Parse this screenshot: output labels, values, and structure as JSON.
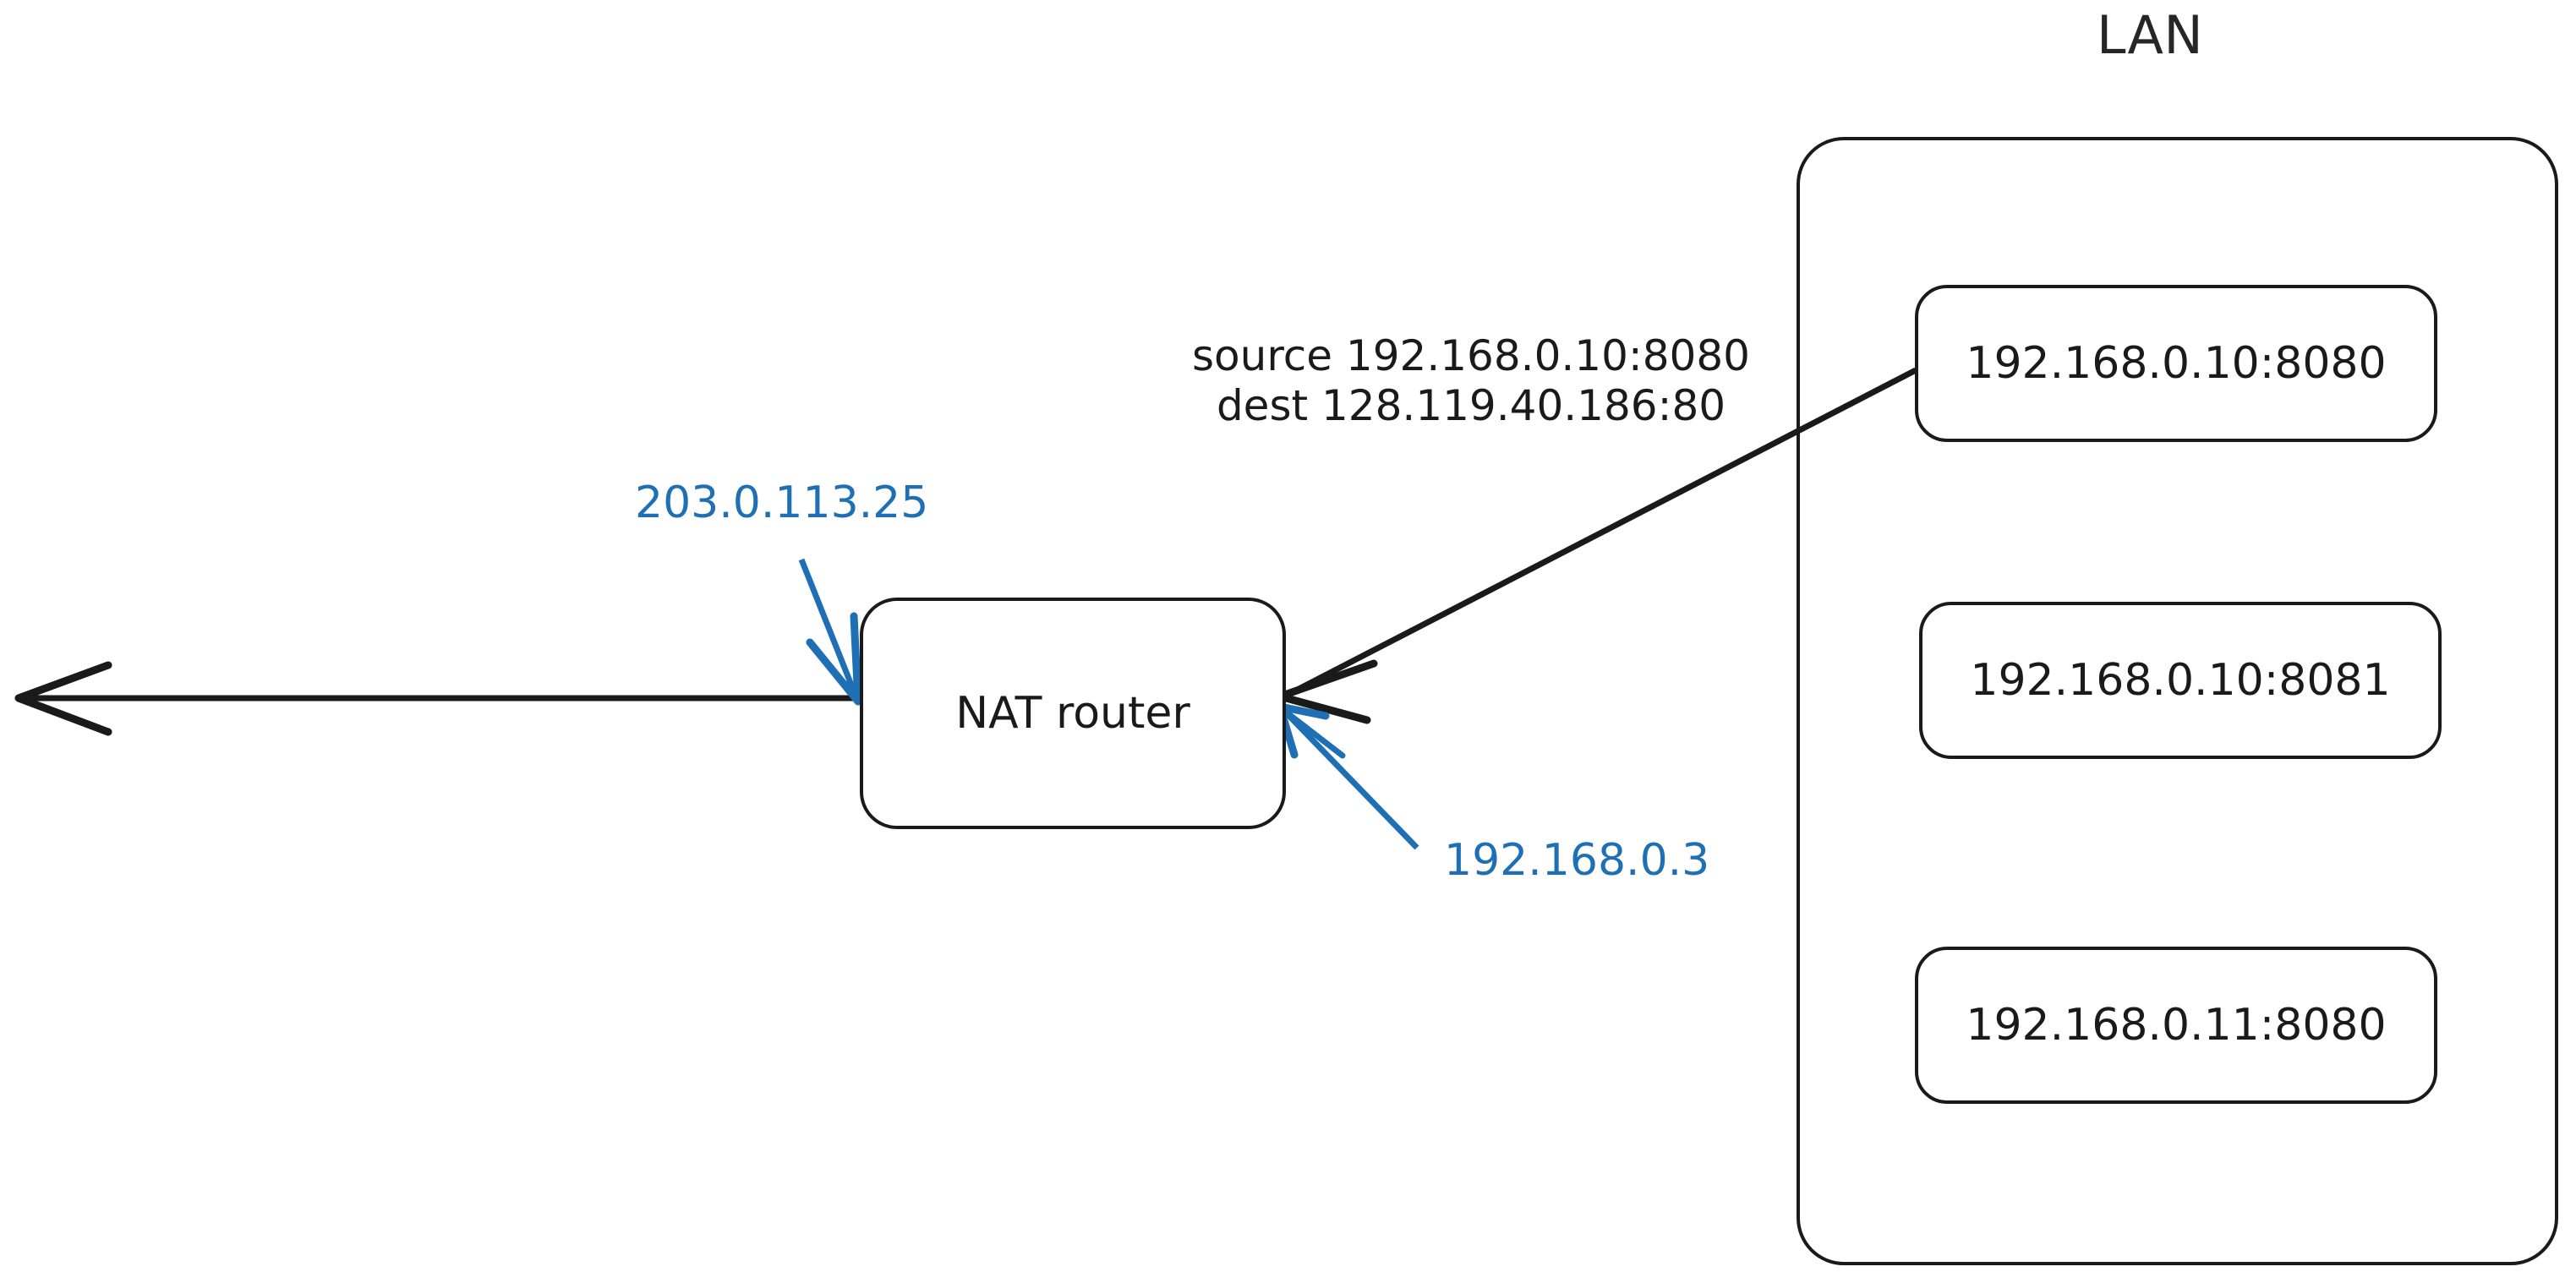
{
  "diagram": {
    "title": "NAT router port-address translation diagram",
    "colors": {
      "stroke": "#1a1a1a",
      "text": "#1a1a1a",
      "accent_blue": "#1f6fb5",
      "background": "#ffffff"
    },
    "lan": {
      "title": "LAN"
    },
    "router": {
      "label": "NAT router"
    },
    "hosts": [
      {
        "label": "192.168.0.10:8080"
      },
      {
        "label": "192.168.0.10:8081"
      },
      {
        "label": "192.168.0.11:8080"
      }
    ],
    "packet_annotation": {
      "line1": "source 192.168.0.10:8080",
      "line2": "dest 128.119.40.186:80"
    },
    "address_labels": [
      {
        "text": "203.0.113.25",
        "role": "wan-interface-address",
        "color": "#1f6fb5"
      },
      {
        "text": "192.168.0.3",
        "role": "lan-interface-address",
        "color": "#1f6fb5"
      }
    ],
    "connections": [
      {
        "name": "host-to-router-packet",
        "color": "#1a1a1a",
        "arrow": "end"
      },
      {
        "name": "router-to-internet",
        "color": "#1a1a1a",
        "arrow": "end"
      },
      {
        "name": "wan-address-leader",
        "color": "#1f6fb5",
        "arrow": "end"
      },
      {
        "name": "lan-address-leader",
        "color": "#1f6fb5",
        "arrow": "end"
      }
    ]
  }
}
